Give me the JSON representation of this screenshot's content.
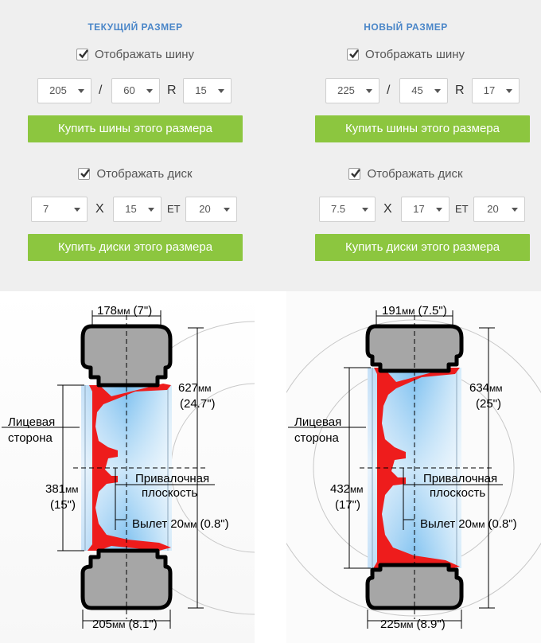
{
  "current": {
    "title": "ТЕКУЩИЙ РАЗМЕР",
    "show_tire_label": "Отображать шину",
    "tire": {
      "width": "205",
      "profile": "60",
      "r": "R",
      "diameter": "15"
    },
    "buy_tires_label": "Купить шины этого размера",
    "show_rim_label": "Отображать диск",
    "rim": {
      "width": "7",
      "x": "X",
      "diameter": "15",
      "et": "ET",
      "offset": "20"
    },
    "buy_rims_label": "Купить диски этого размера",
    "slash": "/"
  },
  "new": {
    "title": "НОВЫЙ РАЗМЕР",
    "show_tire_label": "Отображать шину",
    "tire": {
      "width": "225",
      "profile": "45",
      "r": "R",
      "diameter": "17"
    },
    "buy_tires_label": "Купить шины этого размера",
    "show_rim_label": "Отображать диск",
    "rim": {
      "width": "7.5",
      "x": "X",
      "diameter": "17",
      "et": "ET",
      "offset": "20"
    },
    "buy_rims_label": "Купить диски этого размера",
    "slash": "/"
  },
  "diagram_current": {
    "rim_width_num": "178",
    "rim_width_unit": "мм",
    "rim_width_in": "(7\")",
    "outer_d_num": "627",
    "outer_d_unit": "мм",
    "outer_d_in": "(24.7\")",
    "face_line1": "Лицевая",
    "face_line2": "сторона",
    "rim_d_num": "381",
    "rim_d_unit": "мм",
    "rim_d_in": "(15\")",
    "mount_line1": "Привалочная",
    "mount_line2": "плоскость",
    "offset_label": "Вылет",
    "offset_num": "20",
    "offset_unit": "мм",
    "offset_in": "(0.8\")",
    "tire_w_num": "205",
    "tire_w_unit": "мм",
    "tire_w_in": "(8.1\")"
  },
  "diagram_new": {
    "rim_width_num": "191",
    "rim_width_unit": "мм",
    "rim_width_in": "(7.5\")",
    "outer_d_num": "634",
    "outer_d_unit": "мм",
    "outer_d_in": "(25\")",
    "face_line1": "Лицевая",
    "face_line2": "сторона",
    "rim_d_num": "432",
    "rim_d_unit": "мм",
    "rim_d_in": "(17\")",
    "mount_line1": "Привалочная",
    "mount_line2": "плоскость",
    "offset_label": "Вылет",
    "offset_num": "20",
    "offset_unit": "мм",
    "offset_in": "(0.8\")",
    "tire_w_num": "225",
    "tire_w_unit": "мм",
    "tire_w_in": "(8.9\")"
  },
  "colors": {
    "accent": "#4a86c8",
    "button": "#8cc63f",
    "rim_red": "#ee1c1c",
    "tire_gray": "#a6a6a6"
  }
}
